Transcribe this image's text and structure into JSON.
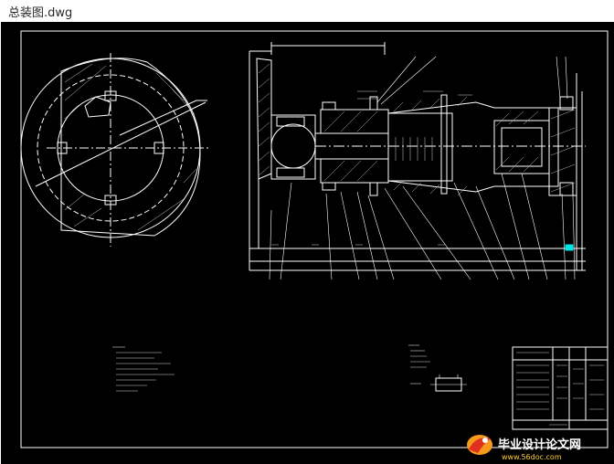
{
  "window": {
    "title": "总装图.dwg"
  },
  "watermark": {
    "site_name": "毕业设计论文网",
    "site_url": "www.56doc.com"
  },
  "colors": {
    "background": "#000000",
    "lines": "#ffffff",
    "accent": "#00e5e5",
    "watermark_text": "#ffffff",
    "watermark_url": "#ffcc33",
    "logo_red": "#e0301e",
    "logo_orange": "#f59a1c"
  }
}
